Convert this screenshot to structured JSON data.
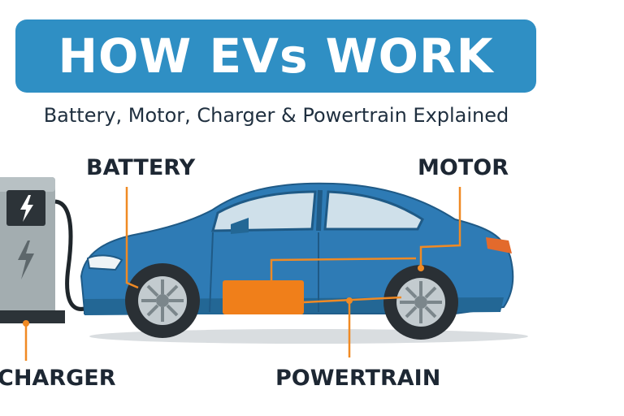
{
  "header": {
    "title": "HOW EVs WORK",
    "subtitle": "Battery, Motor, Charger & Powertrain Explained"
  },
  "labels": {
    "battery": "BATTERY",
    "motor": "MOTOR",
    "charger": "CHARGER",
    "powertrain": "POWERTRAIN"
  },
  "colors": {
    "banner": "#2f8fc4",
    "car_body": "#2e7bb5",
    "leader_lines": "#f08a24",
    "battery_pack": "#f07f1a",
    "charger_station": "#9aa5a8"
  },
  "icons": {
    "charger_screen": "lightning-bolt-icon",
    "charger_body": "lightning-bolt-icon"
  }
}
